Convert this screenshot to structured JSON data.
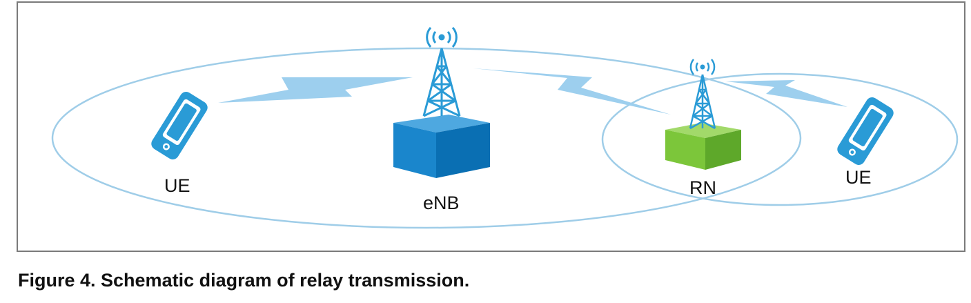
{
  "nodes": {
    "ue_left": {
      "label": "UE"
    },
    "enb": {
      "label": "eNB"
    },
    "rn": {
      "label": "RN"
    },
    "ue_right": {
      "label": "UE"
    }
  },
  "caption": "Figure 4. Schematic diagram of relay transmission.",
  "colors": {
    "coverage_ring": "#9fcde8",
    "radio_link": "#9dcfee",
    "enb_box_light": "#1a86cc",
    "enb_box_dark": "#0a6fb3",
    "rn_box_light": "#7cc63a",
    "rn_box_dark": "#5ea82a",
    "tower": "#2a9bd6",
    "device": "#2a9bd6",
    "frame_border": "#7a7a7a"
  }
}
